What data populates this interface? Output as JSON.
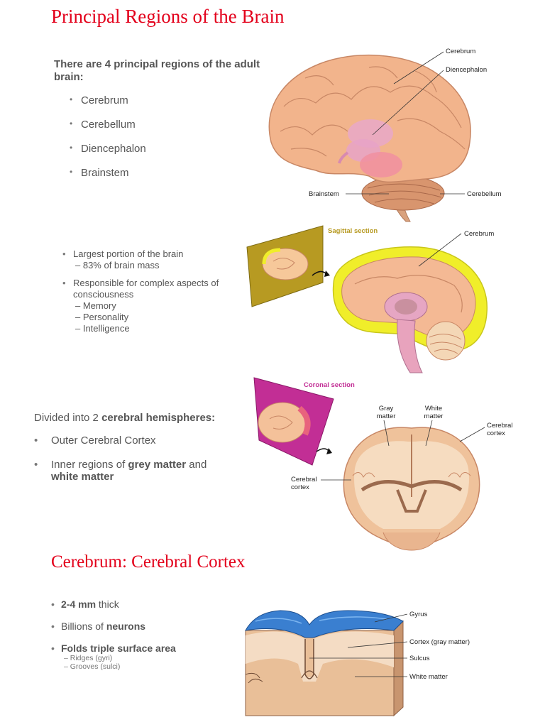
{
  "section1": {
    "title": "Principal Regions of the Brain",
    "intro": "There are 4 principal regions of the adult brain:",
    "regions": [
      "Cerebrum",
      "Cerebellum",
      "Diencephalon",
      "Brainstem"
    ],
    "figure_labels": {
      "cerebrum": "Cerebrum",
      "diencephalon": "Diencephalon",
      "brainstem": "Brainstem",
      "cerebellum": "Cerebellum"
    }
  },
  "section2": {
    "bullet1": "Largest portion of the brain",
    "bullet1_sub": "83% of brain mass",
    "bullet2": "Responsible for complex aspects of consciousness",
    "bullet2_subs": [
      "Memory",
      "Personality",
      "Intelligence"
    ],
    "section_label": "Sagittal section",
    "figure_label": "Cerebrum"
  },
  "section3": {
    "intro_prefix": "Divided into 2 ",
    "intro_bold": "cerebral hemispheres:",
    "bullet1": "Outer Cerebral Cortex",
    "bullet2_prefix": "Inner regions of ",
    "bullet2_bold1": "grey matter",
    "bullet2_mid": " and",
    "bullet2_bold2": "white matter",
    "section_label": "Coronal section",
    "labels": {
      "grey_matter": "Gray matter",
      "white_matter": "White matter",
      "cortex_right": "Cerebral cortex",
      "cortex_left": "Cerebral cortex"
    }
  },
  "section4": {
    "title": "Cerebrum: Cerebral Cortex",
    "bullet1_bold": "2-4 mm",
    "bullet1_rest": " thick",
    "bullet2_prefix": "Billions of ",
    "bullet2_bold": "neurons",
    "bullet3_bold": "Folds triple surface area",
    "subs": [
      "Ridges (gyri)",
      "Grooves (sulci)"
    ],
    "labels": {
      "gyrus": "Gyrus",
      "cortex": "Cortex (gray matter)",
      "sulcus": "Sulcus",
      "white_matter": "White matter"
    }
  },
  "colors": {
    "title_red": "#e3001b",
    "brain": "#f2b48c",
    "cerebrum_yellow": "#f0ee2a",
    "sagittal_plane": "#b79a22",
    "coronal_plane": "#c22e95",
    "cortex_blue": "#3a7fd0"
  }
}
